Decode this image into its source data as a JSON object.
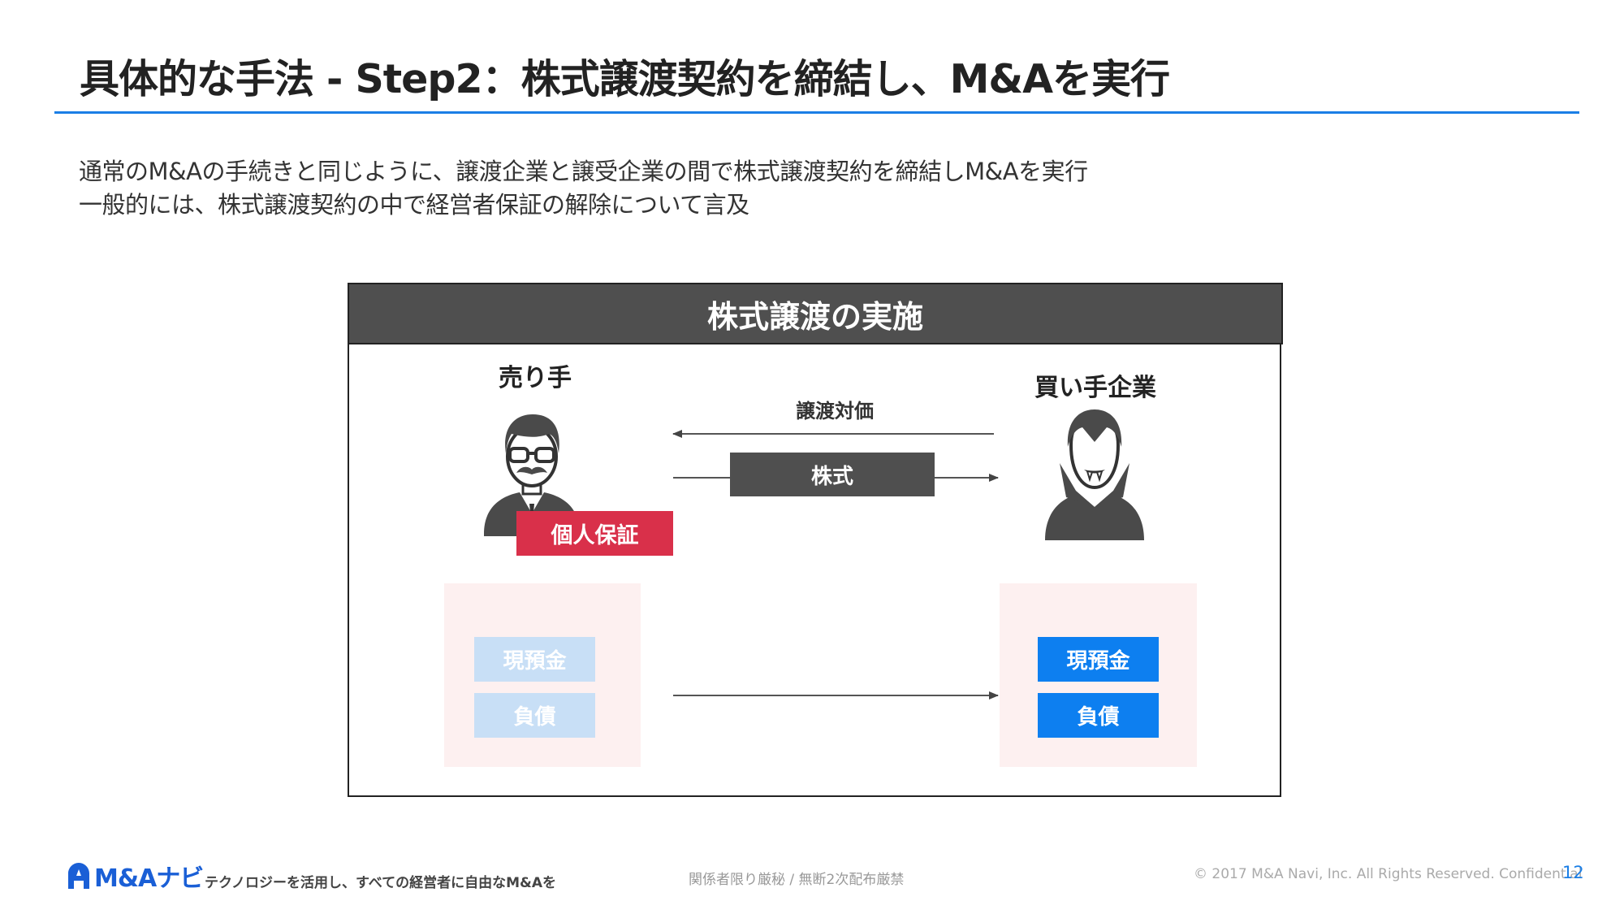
{
  "header": {
    "title": "具体的な手法 - Step2：株式譲渡契約を締結し、M&Aを実行"
  },
  "intro": {
    "line1": "通常のM&Aの手続きと同じように、譲渡企業と譲受企業の間で株式譲渡契約を締結しM&Aを実行",
    "line2": "一般的には、株式譲渡契約の中で経営者保証の解除について言及"
  },
  "diagram": {
    "heading": "株式譲渡の実施",
    "seller_label": "売り手",
    "buyer_label": "買い手企業",
    "consideration_label": "譲渡対価",
    "shares_label": "株式",
    "guarantee_label": "個人保証",
    "seller_assets": [
      "現預金",
      "負債"
    ],
    "buyer_assets": [
      "現預金",
      "負債"
    ]
  },
  "footer": {
    "logo_text": "M&Aナビ",
    "tagline": "テクノロジーを活用し、すべての経営者に自由なM&Aを",
    "notice": "関係者限り厳秘 / 無断2次配布厳禁",
    "copyright": "© 2017 M&A Navi, Inc. All Rights Reserved. Confidential",
    "page_number": "12"
  },
  "colors": {
    "accent_blue": "#1a7ee6",
    "header_gray": "#4f4f4f",
    "guarantee_red": "#d9304a",
    "asset_panel": "#fdf0f0",
    "faded_chip": "#c8dff6",
    "solid_chip": "#0d7ff0"
  }
}
